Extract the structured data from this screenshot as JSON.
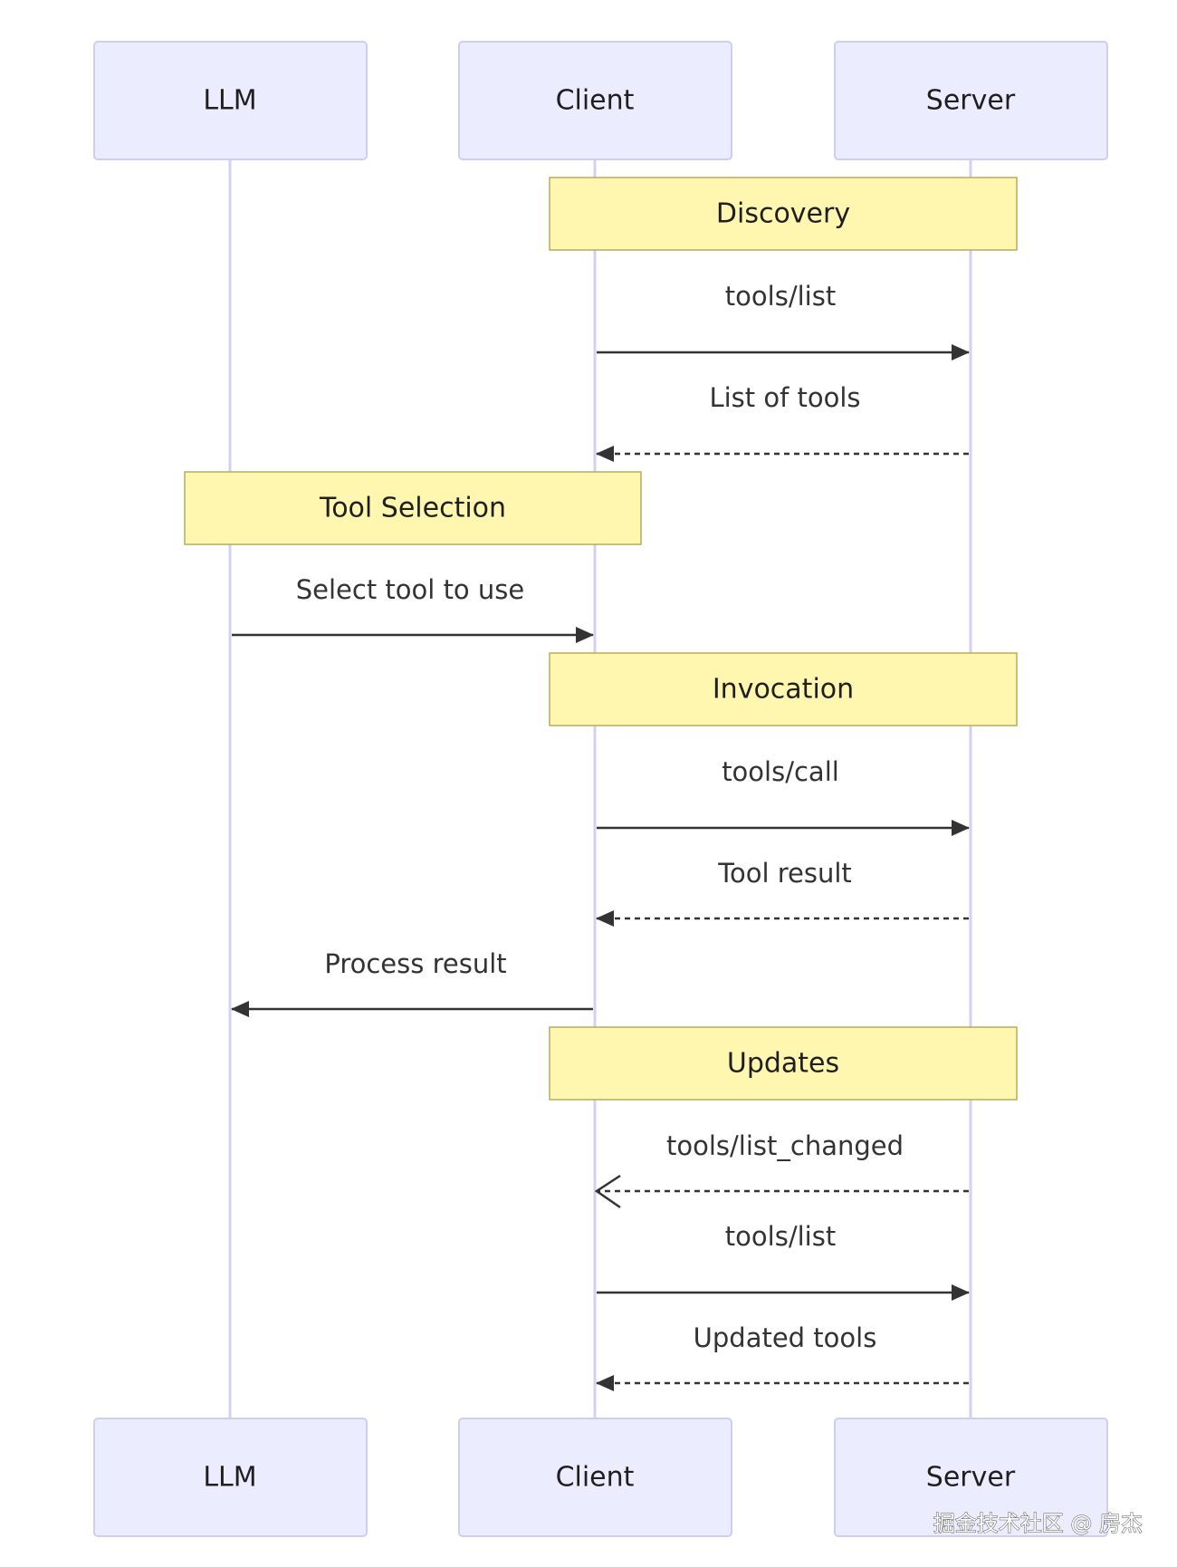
{
  "participants": [
    {
      "id": "llm",
      "label": "LLM"
    },
    {
      "id": "client",
      "label": "Client"
    },
    {
      "id": "server",
      "label": "Server"
    }
  ],
  "notes": [
    {
      "label": "Discovery",
      "over": [
        "client",
        "server"
      ]
    },
    {
      "label": "Tool Selection",
      "over": [
        "llm",
        "client"
      ]
    },
    {
      "label": "Invocation",
      "over": [
        "client",
        "server"
      ]
    },
    {
      "label": "Updates",
      "over": [
        "client",
        "server"
      ]
    }
  ],
  "messages": [
    {
      "label": "tools/list",
      "from": "client",
      "to": "server",
      "style": "solid"
    },
    {
      "label": "List of tools",
      "from": "server",
      "to": "client",
      "style": "dashed"
    },
    {
      "label": "Select tool to use",
      "from": "llm",
      "to": "client",
      "style": "solid"
    },
    {
      "label": "tools/call",
      "from": "client",
      "to": "server",
      "style": "solid"
    },
    {
      "label": "Tool result",
      "from": "server",
      "to": "client",
      "style": "dashed"
    },
    {
      "label": "Process result",
      "from": "client",
      "to": "llm",
      "style": "solid"
    },
    {
      "label": "tools/list_changed",
      "from": "server",
      "to": "client",
      "style": "dashed-open"
    },
    {
      "label": "tools/list",
      "from": "client",
      "to": "server",
      "style": "solid"
    },
    {
      "label": "Updated tools",
      "from": "server",
      "to": "client",
      "style": "dashed"
    }
  ],
  "watermark": "掘金技术社区 @ 房杰"
}
